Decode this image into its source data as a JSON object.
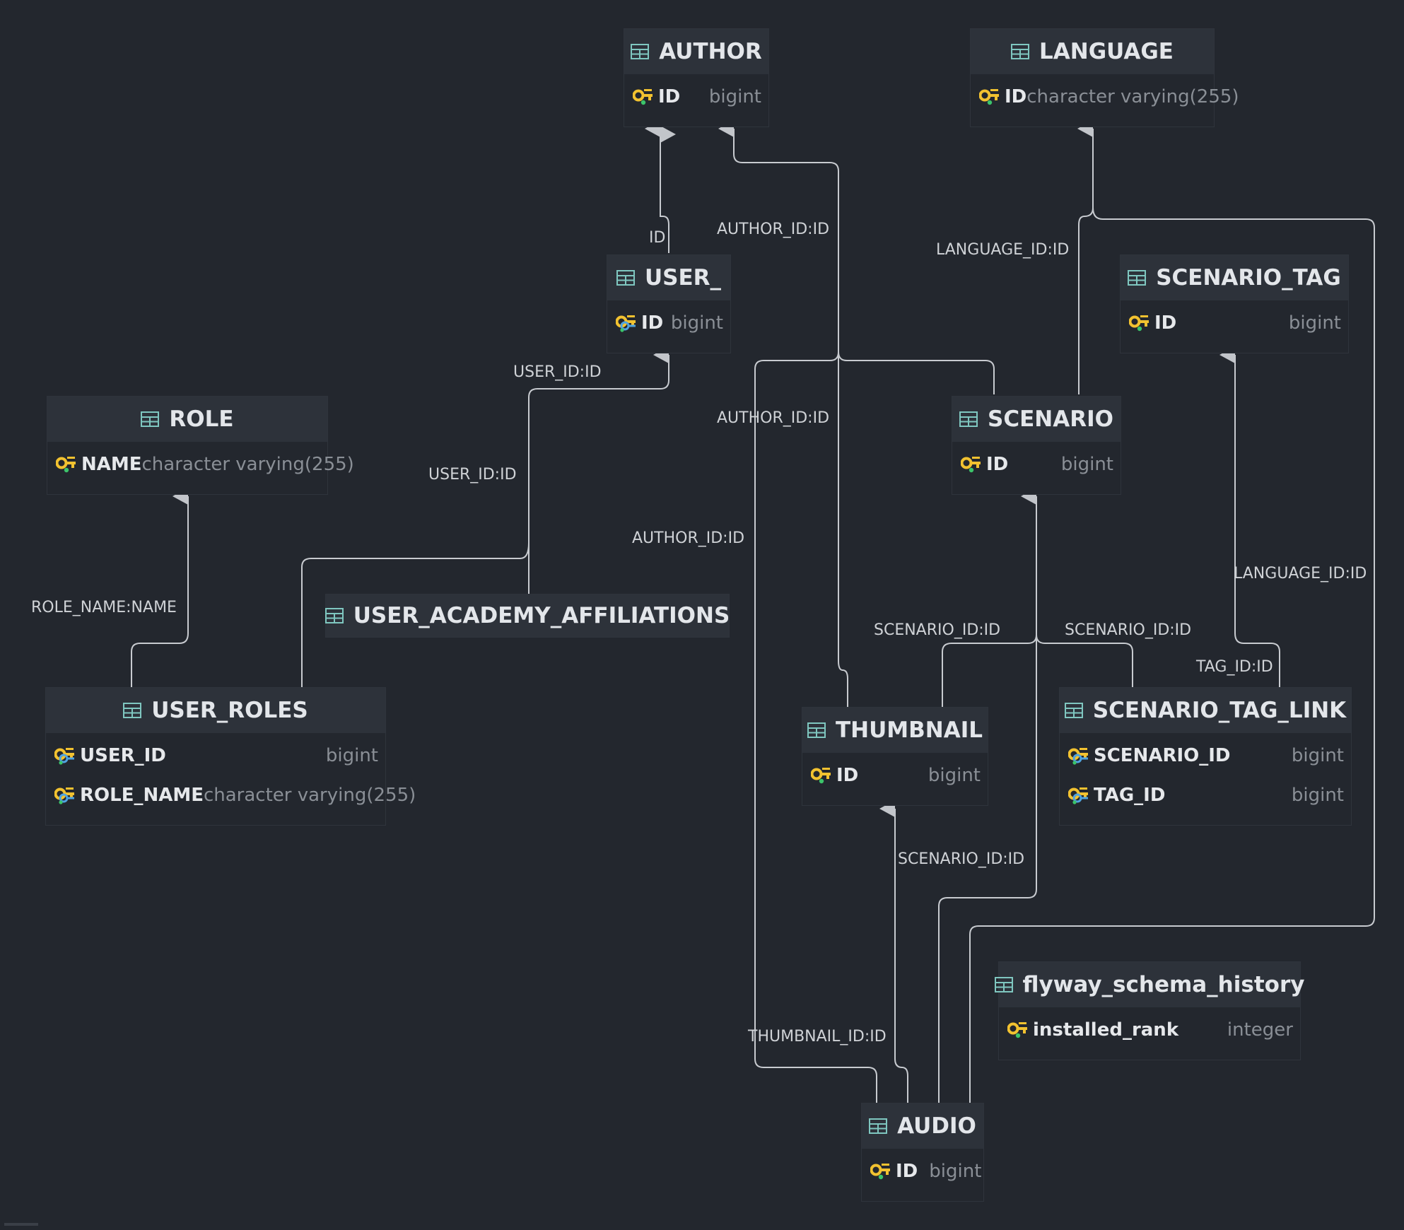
{
  "tables": {
    "author": {
      "name": "AUTHOR",
      "columns": [
        {
          "name": "ID",
          "type": "bigint",
          "key": "pk"
        }
      ]
    },
    "language": {
      "name": "LANGUAGE",
      "columns": [
        {
          "name": "ID",
          "type": "character varying(255)",
          "key": "pk"
        }
      ]
    },
    "user": {
      "name": "USER_",
      "columns": [
        {
          "name": "ID",
          "type": "bigint",
          "key": "pkfk"
        }
      ]
    },
    "scenario_tag": {
      "name": "SCENARIO_TAG",
      "columns": [
        {
          "name": "ID",
          "type": "bigint",
          "key": "pk"
        }
      ]
    },
    "role": {
      "name": "ROLE",
      "columns": [
        {
          "name": "NAME",
          "type": "character varying(255)",
          "key": "pk"
        }
      ]
    },
    "scenario": {
      "name": "SCENARIO",
      "columns": [
        {
          "name": "ID",
          "type": "bigint",
          "key": "pk"
        }
      ]
    },
    "user_academy_affiliations": {
      "name": "USER_ACADEMY_AFFILIATIONS",
      "columns": []
    },
    "user_roles": {
      "name": "USER_ROLES",
      "columns": [
        {
          "name": "USER_ID",
          "type": "bigint",
          "key": "pkfk"
        },
        {
          "name": "ROLE_NAME",
          "type": "character varying(255)",
          "key": "pkfk"
        }
      ]
    },
    "thumbnail": {
      "name": "THUMBNAIL",
      "columns": [
        {
          "name": "ID",
          "type": "bigint",
          "key": "pk"
        }
      ]
    },
    "scenario_tag_link": {
      "name": "SCENARIO_TAG_LINK",
      "columns": [
        {
          "name": "SCENARIO_ID",
          "type": "bigint",
          "key": "pkfk"
        },
        {
          "name": "TAG_ID",
          "type": "bigint",
          "key": "pkfk"
        }
      ]
    },
    "flyway_schema_history": {
      "name": "flyway_schema_history",
      "columns": [
        {
          "name": "installed_rank",
          "type": "integer",
          "key": "pk"
        }
      ]
    },
    "audio": {
      "name": "AUDIO",
      "columns": [
        {
          "name": "ID",
          "type": "bigint",
          "key": "pk"
        }
      ]
    }
  },
  "relations": [
    {
      "label": "ID",
      "from": "USER_",
      "to": "AUTHOR"
    },
    {
      "label": "AUTHOR_ID:ID",
      "from": "SCENARIO",
      "to": "AUTHOR"
    },
    {
      "label": "AUTHOR_ID:ID",
      "from": "THUMBNAIL",
      "to": "AUTHOR"
    },
    {
      "label": "AUTHOR_ID:ID",
      "from": "AUDIO",
      "to": "AUTHOR"
    },
    {
      "label": "LANGUAGE_ID:ID",
      "from": "SCENARIO",
      "to": "LANGUAGE"
    },
    {
      "label": "LANGUAGE_ID:ID",
      "from": "AUDIO",
      "to": "LANGUAGE"
    },
    {
      "label": "USER_ID:ID",
      "from": "USER_ROLES",
      "to": "USER_"
    },
    {
      "label": "USER_ID:ID",
      "from": "USER_ACADEMY_AFFILIATIONS",
      "to": "USER_"
    },
    {
      "label": "ROLE_NAME:NAME",
      "from": "USER_ROLES",
      "to": "ROLE"
    },
    {
      "label": "SCENARIO_ID:ID",
      "from": "THUMBNAIL",
      "to": "SCENARIO"
    },
    {
      "label": "SCENARIO_ID:ID",
      "from": "SCENARIO_TAG_LINK",
      "to": "SCENARIO"
    },
    {
      "label": "SCENARIO_ID:ID",
      "from": "AUDIO",
      "to": "SCENARIO"
    },
    {
      "label": "TAG_ID:ID",
      "from": "SCENARIO_TAG_LINK",
      "to": "SCENARIO_TAG"
    },
    {
      "label": "THUMBNAIL_ID:ID",
      "from": "AUDIO",
      "to": "THUMBNAIL"
    }
  ],
  "colors": {
    "background": "#23272e",
    "header": "#2d323a",
    "edge": "#c8cbd0",
    "table_icon": "#7fc7c0",
    "key_gold": "#f2c230",
    "key_blue": "#4fa3e0",
    "key_green": "#3cc46a"
  }
}
